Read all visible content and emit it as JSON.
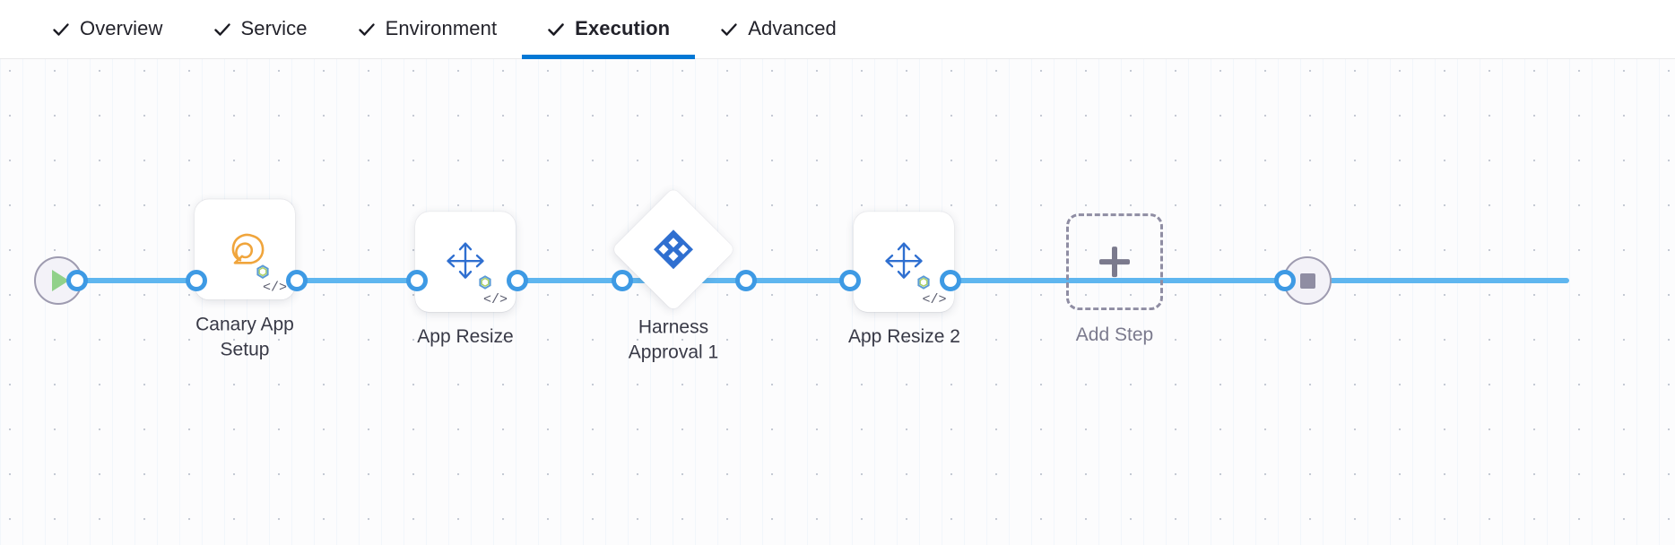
{
  "tabs": [
    {
      "label": "Overview",
      "icon": "check-icon",
      "active": false
    },
    {
      "label": "Service",
      "icon": "check-icon",
      "active": false
    },
    {
      "label": "Environment",
      "icon": "check-icon",
      "active": false
    },
    {
      "label": "Execution",
      "icon": "check-icon",
      "active": true
    },
    {
      "label": "Advanced",
      "icon": "check-icon",
      "active": false
    }
  ],
  "colors": {
    "active_tab_underline": "#0278d5",
    "connector_line": "#5fb6ef",
    "port_ring": "#3e9ae4",
    "harness_logo": "#2f6fd0",
    "canary_icon": "#f0a53c",
    "resize_icon": "#2f6fd0",
    "play_triangle": "#91d18a",
    "stop_square": "#8f8da3",
    "dashed_border": "#8f8da3",
    "canvas_background": "#fcfcfd"
  },
  "pipeline": {
    "start_node": {
      "icon": "play-icon",
      "label": ""
    },
    "end_node": {
      "icon": "stop-icon",
      "label": ""
    },
    "steps": [
      {
        "label": "Canary App\nSetup",
        "icon": "canary-bird-icon",
        "shape": "card",
        "code_badge": "</>"
      },
      {
        "label": "App Resize",
        "icon": "resize-arrows-icon",
        "shape": "card",
        "code_badge": "</>"
      },
      {
        "label": "Harness\nApproval 1",
        "icon": "harness-logo-icon",
        "shape": "diamond",
        "code_badge": ""
      },
      {
        "label": "App Resize 2",
        "icon": "resize-arrows-icon",
        "shape": "card",
        "code_badge": "</>"
      }
    ],
    "add_step": {
      "label": "Add Step",
      "icon": "plus-icon"
    }
  }
}
